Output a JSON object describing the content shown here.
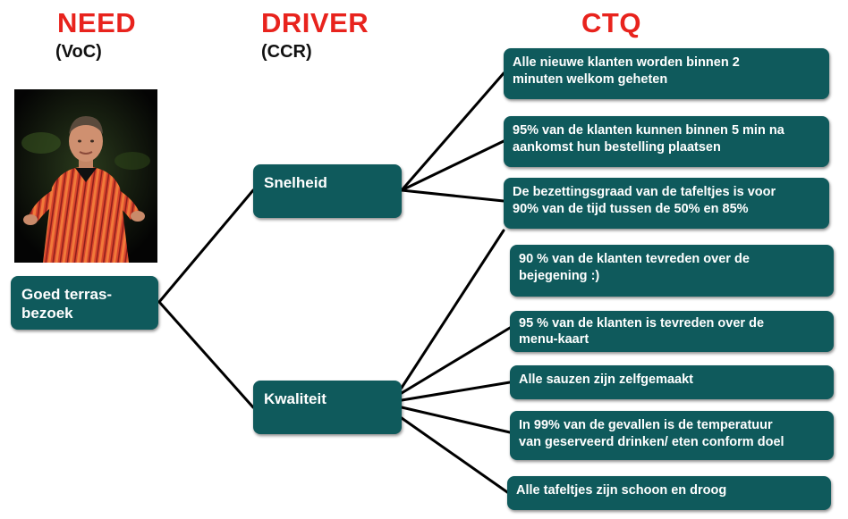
{
  "headers": {
    "need": {
      "title": "NEED",
      "sub": "(VoC)"
    },
    "driver": {
      "title": "DRIVER",
      "sub": "(CCR)"
    },
    "ctq": {
      "title": "CTQ"
    }
  },
  "colors": {
    "header": "#e8231d",
    "box": "#0f5a5c",
    "box_text": "#ffffff",
    "line": "#000000"
  },
  "need_box": {
    "label_line1": "Goed terras-",
    "label_line2": "bezoek"
  },
  "drivers": [
    {
      "label": "Snelheid"
    },
    {
      "label": "Kwaliteit"
    }
  ],
  "ctq_items": [
    {
      "line1": "Alle nieuwe klanten worden binnen 2",
      "line2": "minuten welkom geheten"
    },
    {
      "line1": "95% van de klanten kunnen binnen 5 min na",
      "line2": "aankomst hun bestelling plaatsen"
    },
    {
      "line1": "De bezettingsgraad van de tafeltjes is voor",
      "line2": "90% van de tijd tussen de 50% en 85%"
    },
    {
      "line1": "90 % van de klanten tevreden over de",
      "line2": "bejegening :)"
    },
    {
      "line1": "95 % van de klanten is tevreden over de",
      "line2": "menu-kaart"
    },
    {
      "line1": "Alle sauzen zijn zelfgemaakt",
      "line2": ""
    },
    {
      "line1": "In 99% van de gevallen is de temperatuur",
      "line2": "van geserveerd drinken/ eten conform doel"
    },
    {
      "line1": "Alle tafeltjes zijn schoon en droog",
      "line2": ""
    }
  ],
  "photo": {
    "subject": "presenter-photo"
  }
}
